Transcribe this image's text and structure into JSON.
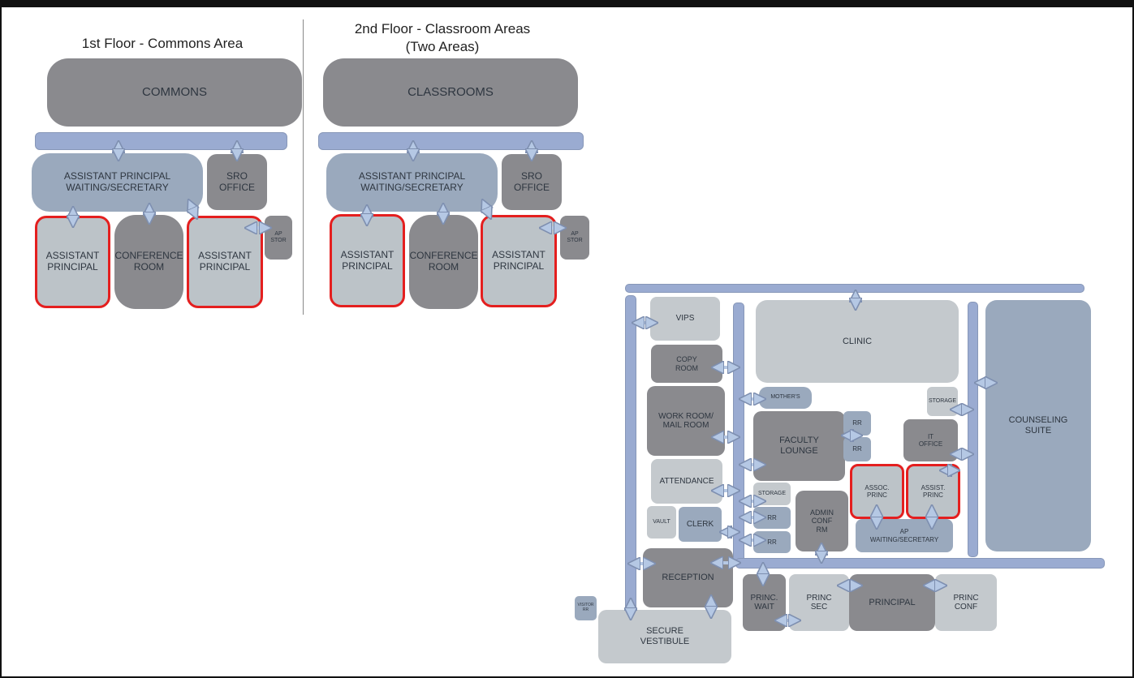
{
  "left_plan": {
    "title": "1st Floor - Commons Area",
    "commons": "COMMONS",
    "ap_waiting": "ASSISTANT PRINCIPAL\nWAITING/SECRETARY",
    "sro": "SRO\nOFFICE",
    "ap_left": "ASSISTANT\nPRINCIPAL",
    "conference": "CONFERENCE\nROOM",
    "ap_right": "ASSISTANT\nPRINCIPAL",
    "ap_stor": "AP\nSTOR"
  },
  "mid_plan": {
    "title_line1": "2nd Floor - Classroom Areas",
    "title_line2": "(Two Areas)",
    "classrooms": "CLASSROOMS",
    "ap_waiting": "ASSISTANT PRINCIPAL\nWAITING/SECRETARY",
    "sro": "SRO\nOFFICE",
    "ap_left": "ASSISTANT\nPRINCIPAL",
    "conference": "CONFERENCE\nROOM",
    "ap_right": "ASSISTANT\nPRINCIPAL",
    "ap_stor": "AP\nSTOR"
  },
  "main_plan": {
    "vips": "VIPS",
    "copy_room": "COPY\nROOM",
    "work_room": "WORK ROOM/\nMAIL ROOM",
    "attendance": "ATTENDANCE",
    "vault": "VAULT",
    "clerk": "CLERK",
    "reception": "RECEPTION",
    "visitor_rr": "VISITOR\nRR",
    "secure_vestibule": "SECURE\nVESTIBULE",
    "clinic": "CLINIC",
    "mothers": "MOTHER'S",
    "faculty_lounge": "FACULTY\nLOUNGE",
    "rr1": "RR",
    "rr2": "RR",
    "storage_small": "STORAGE",
    "rr3": "RR",
    "rr4": "RR",
    "admin_conf": "ADMIN\nCONF\nRM",
    "storage": "STORAGE",
    "it_office": "IT\nOFFICE",
    "assoc_princ": "ASSOC.\nPRINC",
    "assist_princ": "ASSIST.\nPRINC",
    "ap_waiting": "AP\nWAITING/SECRETARY",
    "counseling": "COUNSELING\nSUITE",
    "princ_wait": "PRINC.\nWAIT",
    "princ_sec": "PRINC\nSEC",
    "principal": "PRINCIPAL",
    "princ_conf": "PRINC\nCONF"
  },
  "colors": {
    "dark_room": "#8a8a8e",
    "mid_room": "#9aa9bd",
    "light_room": "#bcc3c8",
    "corridor": "#9aabd1",
    "highlight": "#e41f1f"
  }
}
